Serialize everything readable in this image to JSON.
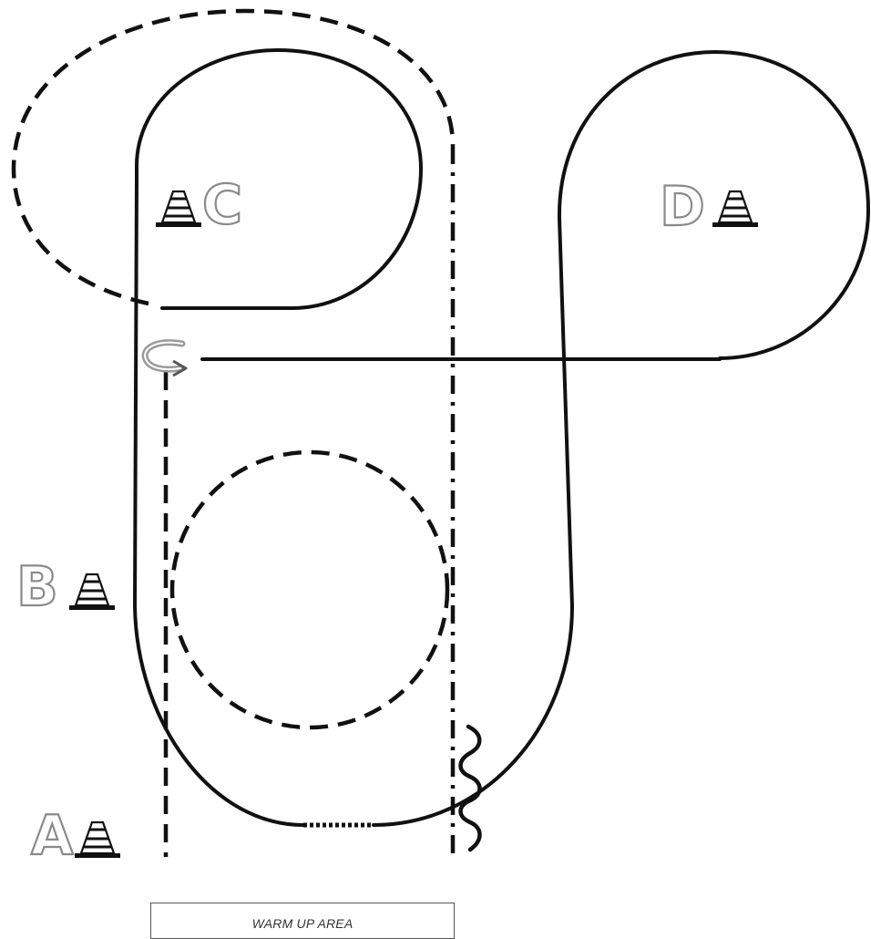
{
  "markers": {
    "a": "A",
    "b": "B",
    "c": "C",
    "d": "D"
  },
  "warmup_area": {
    "label": "WARM UP AREA"
  },
  "colors": {
    "line": "#111111",
    "letter_outline": "#8a8a8a",
    "arrow": "#9a9a9a"
  },
  "icons": [
    "traffic-cone-icon",
    "curved-arrow-icon",
    "squiggle-line-icon"
  ]
}
